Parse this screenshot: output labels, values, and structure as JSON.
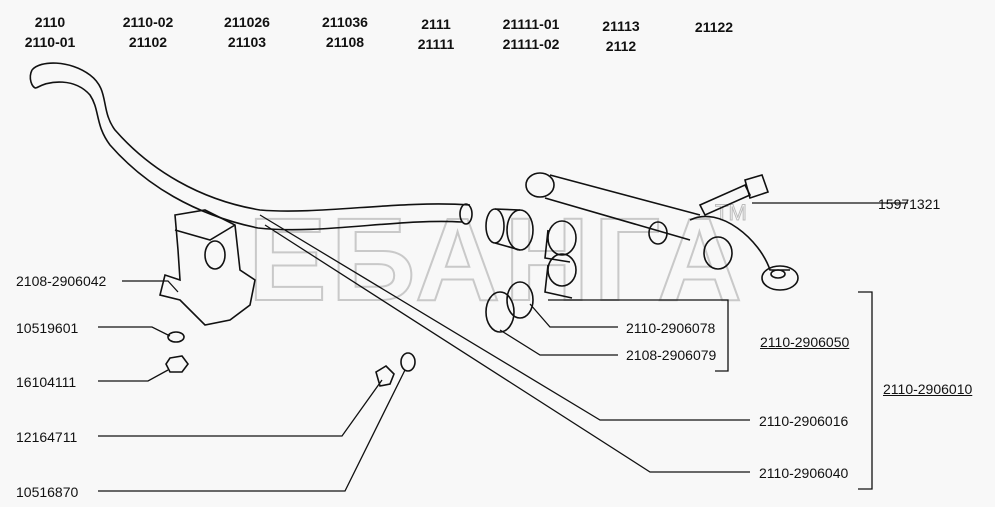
{
  "models": [
    [
      "2110",
      "2110-01"
    ],
    [
      "2110-02",
      "21102"
    ],
    [
      "211026",
      "21103"
    ],
    [
      "211036",
      "21108"
    ],
    [
      "2111",
      "21111"
    ],
    [
      "21111-01",
      "21111-02"
    ],
    [
      "21113",
      "2112"
    ],
    [
      "21122"
    ]
  ],
  "watermark": {
    "text": "ЕБАНГА",
    "tm": "TM"
  },
  "parts": {
    "bolt": "15971321",
    "bracket": "2108-2906042",
    "washer_left": "10519601",
    "nut_left": "16104111",
    "nut_bottom": "12164711",
    "washer_bottom": "10516870",
    "bushing_078": "2110-2906078",
    "bushing_079": "2108-2906079",
    "subassembly_050": "2110-2906050",
    "bar_016": "2110-2906016",
    "link_040": "2110-2906040",
    "assembly_010": "2110-2906010"
  }
}
